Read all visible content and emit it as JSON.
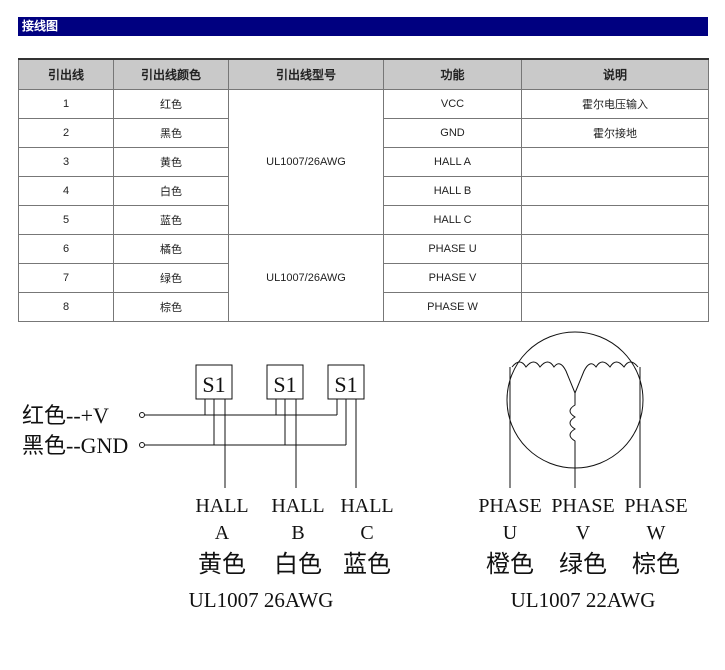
{
  "section": {
    "title": "接线图"
  },
  "table": {
    "headers": [
      "引出线",
      "引出线颜色",
      "引出线型号",
      "功能",
      "说明"
    ],
    "rows": [
      {
        "no": "1",
        "color": "红色",
        "function": "VCC",
        "note": "霍尔电压输入"
      },
      {
        "no": "2",
        "color": "黑色",
        "function": "GND",
        "note": "霍尔接地"
      },
      {
        "no": "3",
        "color": "黄色",
        "function": "HALL A",
        "note": ""
      },
      {
        "no": "4",
        "color": "白色",
        "function": "HALL B",
        "note": ""
      },
      {
        "no": "5",
        "color": "蓝色",
        "function": "HALL C",
        "note": ""
      },
      {
        "no": "6",
        "color": "橘色",
        "function": "PHASE U",
        "note": ""
      },
      {
        "no": "7",
        "color": "绿色",
        "function": "PHASE V",
        "note": ""
      },
      {
        "no": "8",
        "color": "棕色",
        "function": "PHASE W",
        "note": ""
      }
    ],
    "model_group_1": "UL1007/26AWG",
    "model_group_2": "UL1007/26AWG"
  },
  "hall_diagram": {
    "sensor_label": "S1",
    "vcc_label": "红色--+V",
    "gnd_label": "黑色--GND",
    "columns": [
      {
        "name": "HALL",
        "letter": "A",
        "color": "黄色"
      },
      {
        "name": "HALL",
        "letter": "B",
        "color": "白色"
      },
      {
        "name": "HALL",
        "letter": "C",
        "color": "蓝色"
      }
    ],
    "cable": "UL1007  26AWG"
  },
  "phase_diagram": {
    "columns": [
      {
        "name": "PHASE",
        "letter": "U",
        "color": "橙色"
      },
      {
        "name": "PHASE",
        "letter": "V",
        "color": "绿色"
      },
      {
        "name": "PHASE",
        "letter": "W",
        "color": "棕色"
      }
    ],
    "cable": "UL1007  22AWG"
  }
}
